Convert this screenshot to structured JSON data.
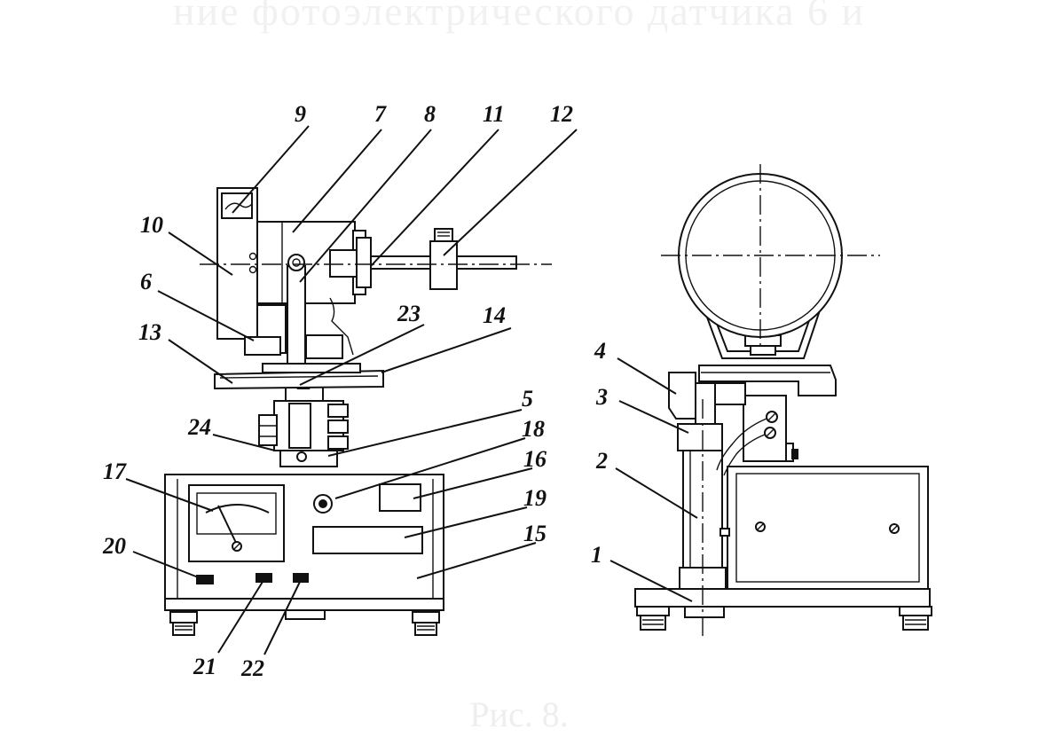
{
  "header": {
    "text": "ние фотоэлектрического датчика 6 и"
  },
  "caption": {
    "text": "Рис. 8."
  },
  "diagram": {
    "labels": {
      "n1": "1",
      "n2": "2",
      "n3": "3",
      "n4": "4",
      "n5": "5",
      "n6": "6",
      "n7": "7",
      "n8": "8",
      "n9": "9",
      "n10": "10",
      "n11": "11",
      "n12": "12",
      "n13": "13",
      "n14": "14",
      "n15": "15",
      "n16": "16",
      "n17": "17",
      "n18": "18",
      "n19": "19",
      "n20": "20",
      "n21": "21",
      "n22": "22",
      "n23": "23",
      "n24": "24"
    }
  }
}
